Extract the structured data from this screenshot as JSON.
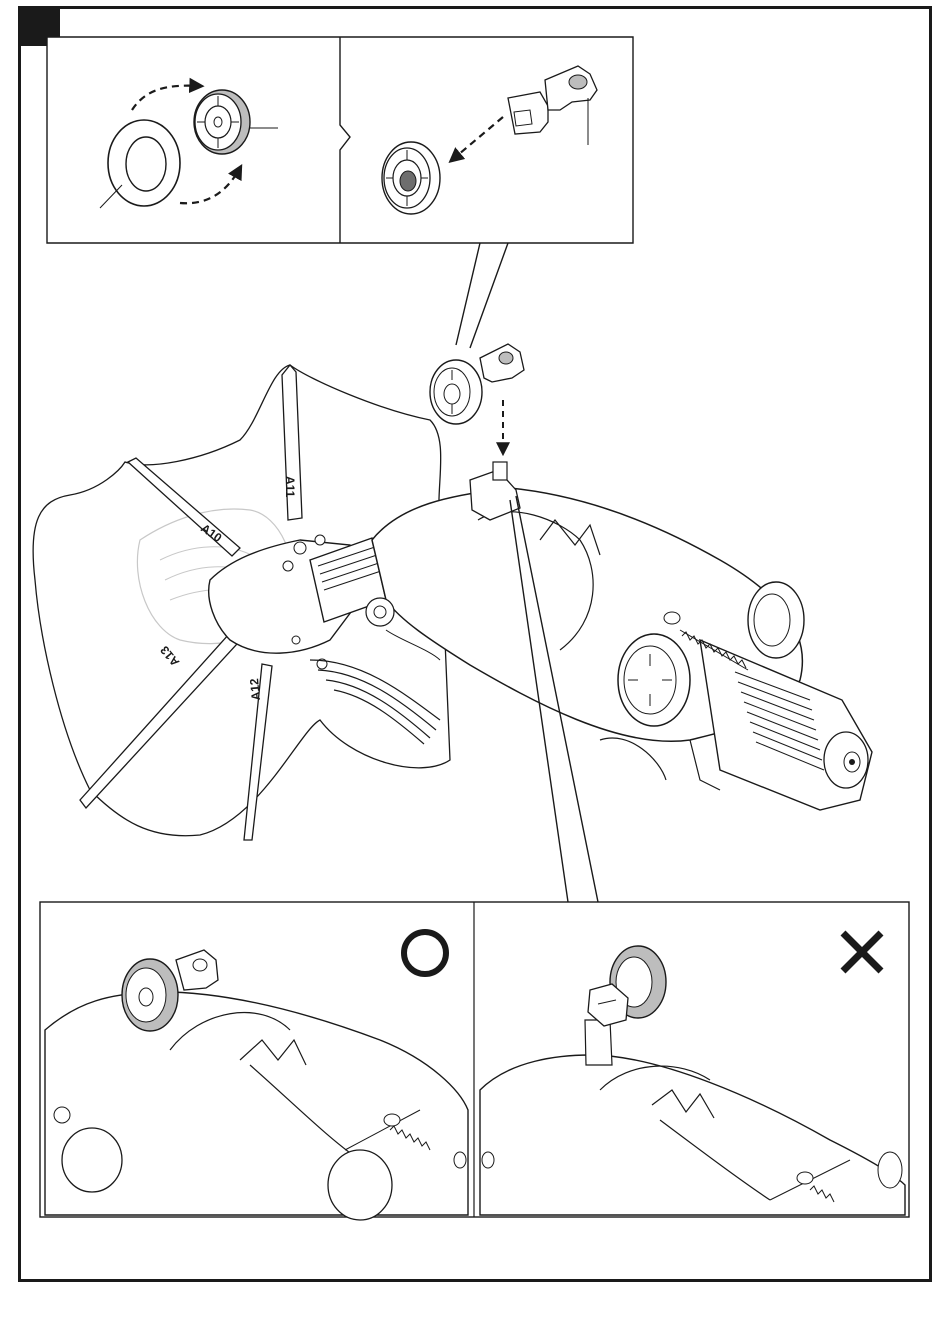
{
  "step": {
    "number": ""
  },
  "part_labels": {
    "a10": "A10",
    "a11": "A11",
    "a12": "A12",
    "a13": "A13"
  },
  "verdicts": {
    "correct": {
      "symbol": "correct"
    },
    "incorrect": {
      "symbol": "incorrect"
    }
  },
  "colors": {
    "ink": "#1a1a1a",
    "part_fill": "#ffffff",
    "highlight_gray": "#bdbdbd",
    "ghost_line": "#c8c8c8"
  }
}
